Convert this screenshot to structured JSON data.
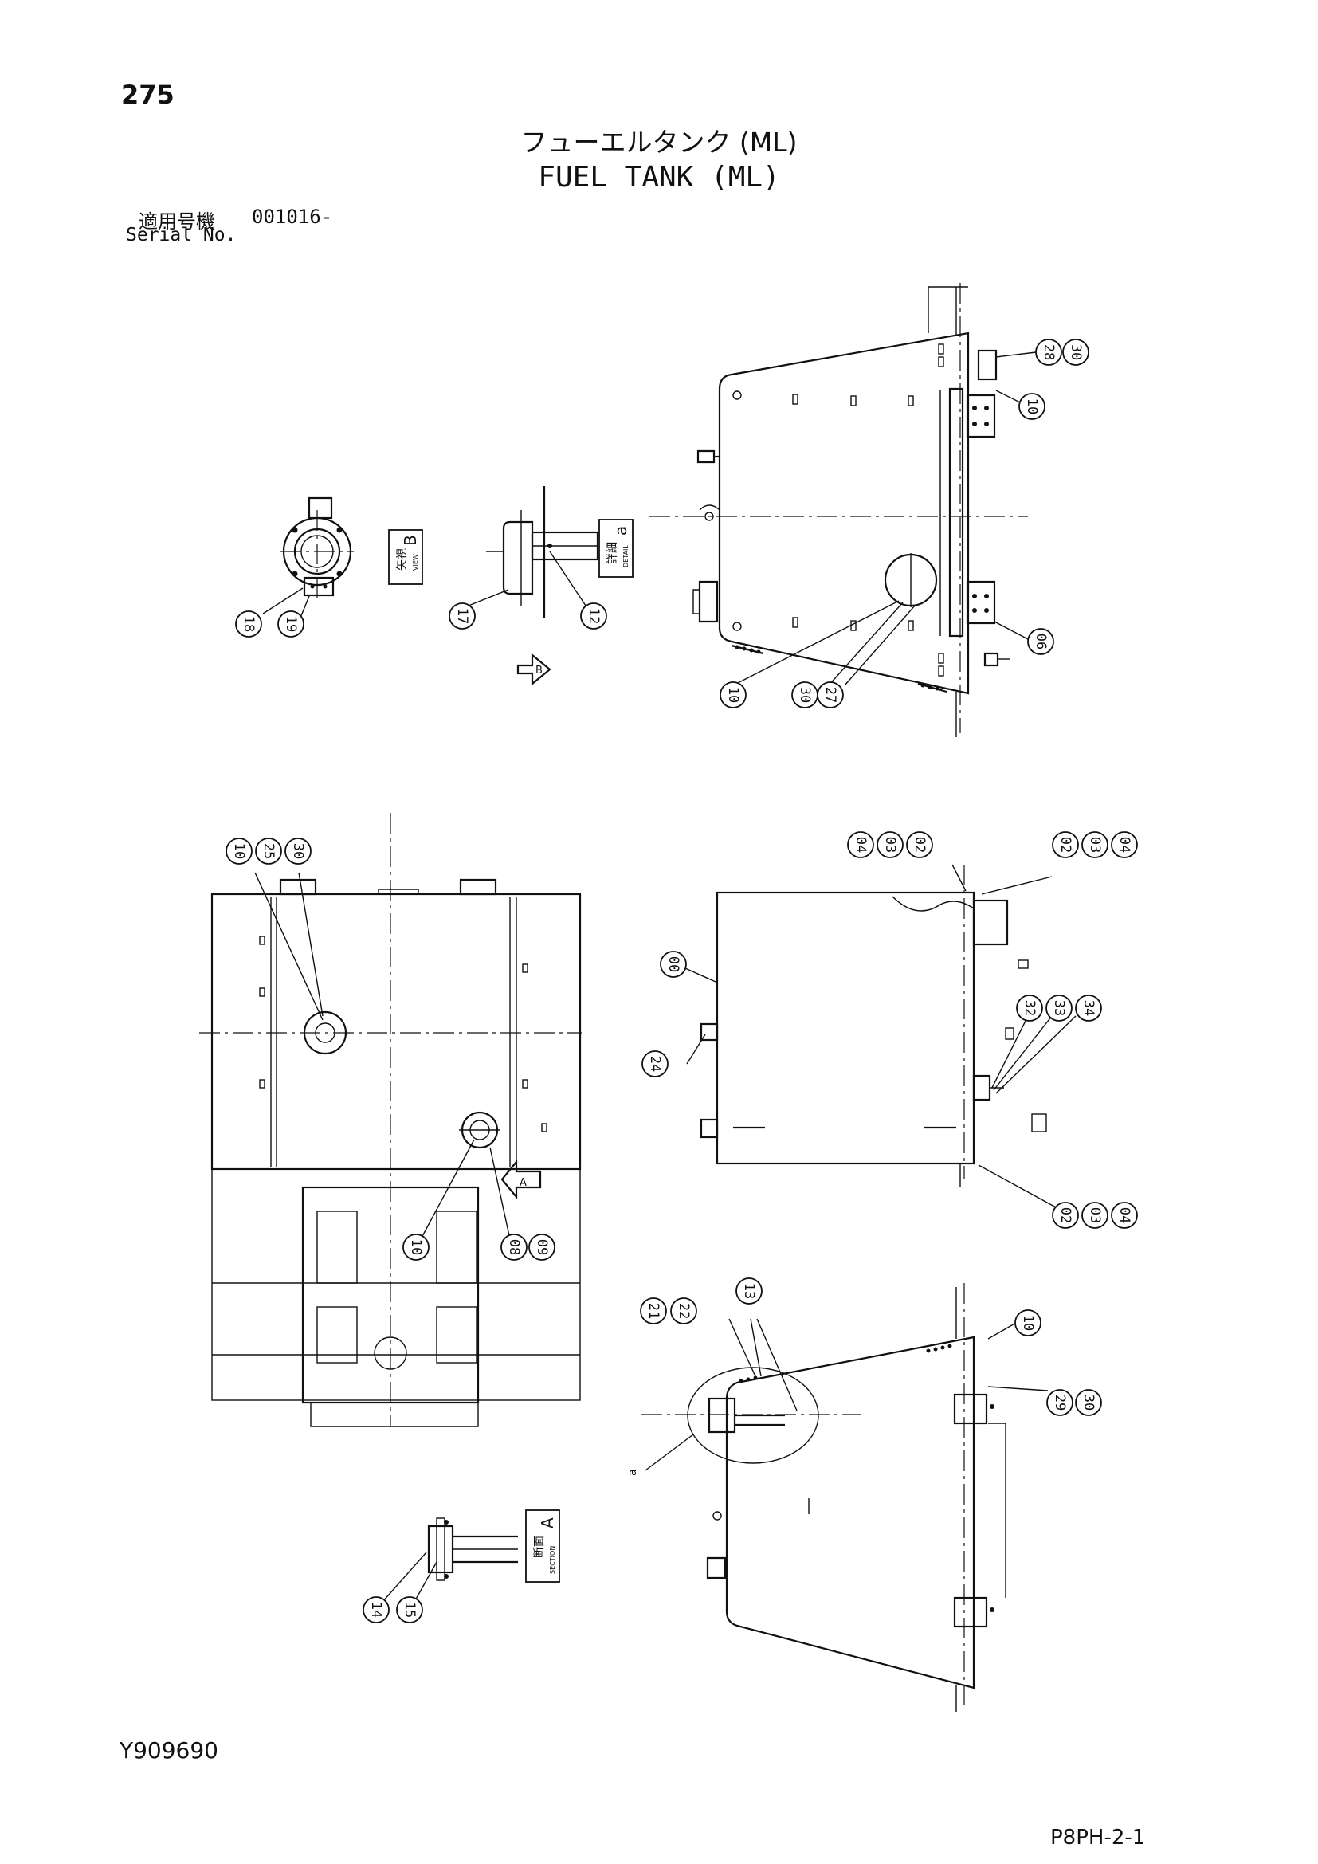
{
  "header": {
    "page_number": "275",
    "title_jp": "フューエルタンク (ML)",
    "title_en": "FUEL TANK (ML)",
    "serial_label_jp": "適用号機",
    "serial_range": "001016-",
    "serial_label_en": "Serial No."
  },
  "footer": {
    "drawing_number": "Y909690",
    "page_code": "P8PH-2-1"
  },
  "view_tags": [
    {
      "id": "view-b",
      "jp": "矢視",
      "en": "VIEW",
      "letter": "B"
    },
    {
      "id": "detail-a",
      "jp": "詳細",
      "en": "DETAIL",
      "letter": "a"
    },
    {
      "id": "section-a",
      "jp": "断面",
      "en": "SECTION",
      "letter": "A"
    }
  ],
  "arrow_labels": {
    "b": "B",
    "a": "A",
    "detail": "a"
  },
  "callouts": [
    "28",
    "30",
    "10",
    "06",
    "27",
    "30",
    "10",
    "18",
    "19",
    "17",
    "12",
    "10",
    "25",
    "30",
    "10",
    "08",
    "09",
    "04",
    "03",
    "02",
    "02",
    "03",
    "04",
    "00",
    "24",
    "32",
    "33",
    "34",
    "02",
    "03",
    "04",
    "21",
    "22",
    "13",
    "10",
    "29",
    "30",
    "14",
    "15"
  ]
}
